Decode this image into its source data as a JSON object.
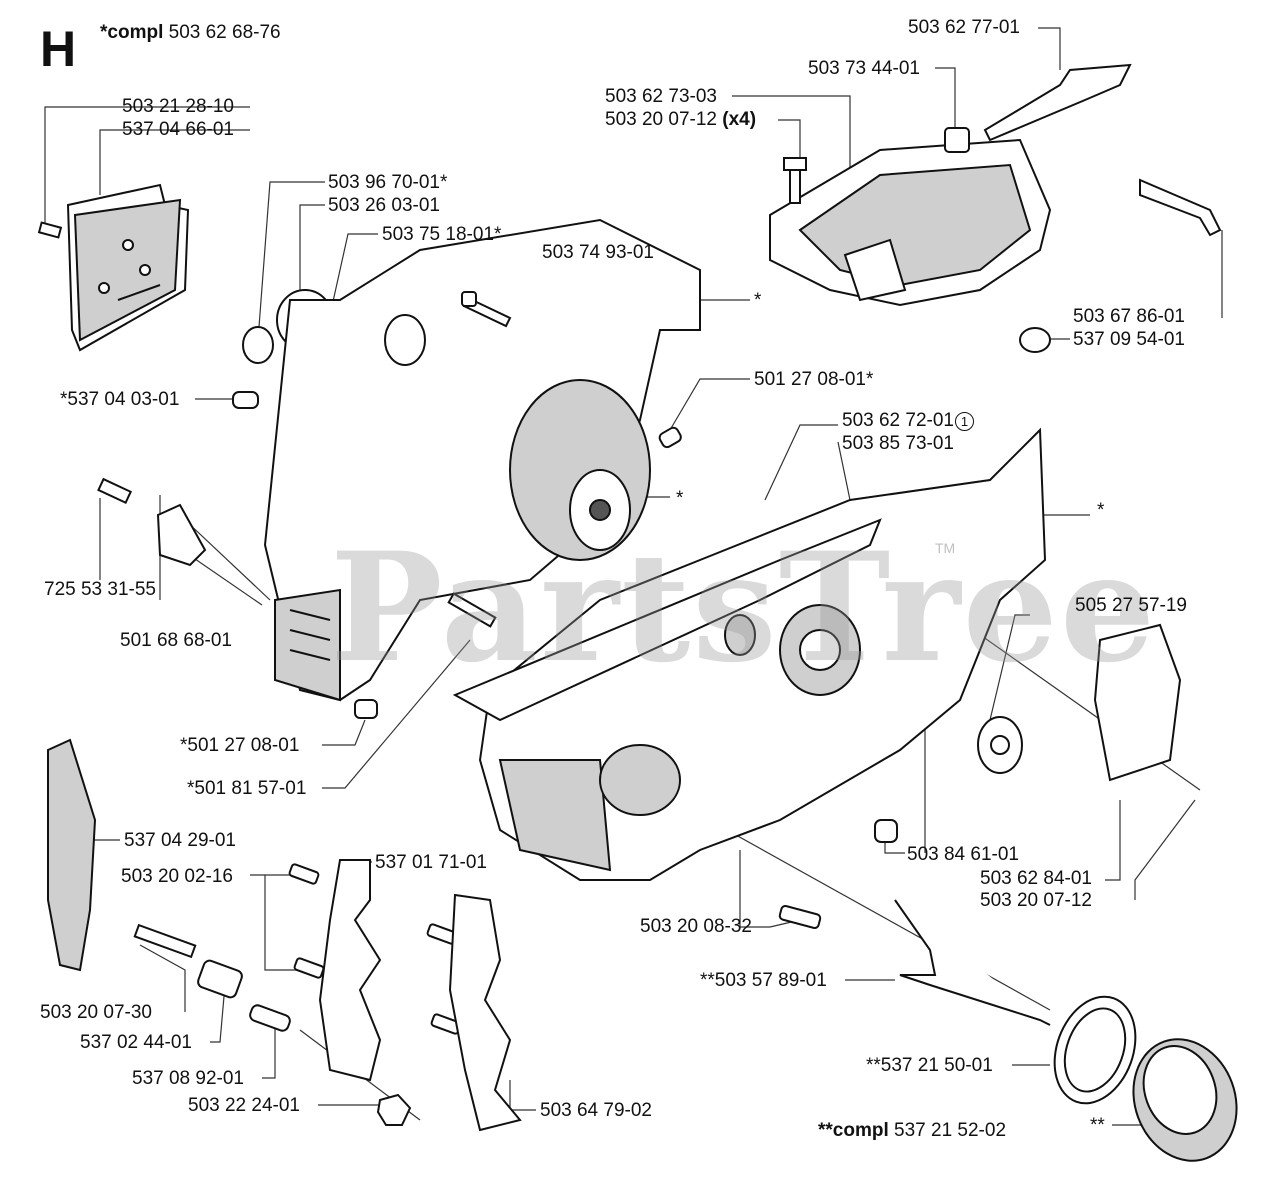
{
  "section_letter": "H",
  "header_compl": {
    "prefix": "*compl",
    "number": "503 62 68-76"
  },
  "watermark": {
    "text": "PartsTree",
    "tm": "TM"
  },
  "labels": {
    "l01": "503 21 28-10",
    "l02": "537 04 66-01",
    "l03": "503 96 70-01*",
    "l04": "503 26 03-01",
    "l05": "503 75 18-01*",
    "l06": "503 74 93-01",
    "l07": "503 62 77-01",
    "l08": "503 73 44-01",
    "l09": "503 62 73-03",
    "l10": "503 20 07-12",
    "l10b": "(x4)",
    "l11": "*537 04 03-01",
    "l12": "501 27 08-01*",
    "l13": "503 62 72-01",
    "l13c": "1",
    "l14": "503 85 73-01",
    "l15": "503 67 86-01",
    "l16": "537 09 54-01",
    "l17": "725 53 31-55",
    "l18": "501 68 68-01",
    "l19": "505 27 57-19",
    "l20": "*501 27 08-01",
    "l21": "*501 81 57-01",
    "l22": "537 04 29-01",
    "l23": "503 20 02-16",
    "l24": "537 01 71-01",
    "l25": "503 84 61-01",
    "l26": "503 62 84-01",
    "l27": "503 20 07-12",
    "l28": "503 20 08-32",
    "l29": "**503 57 89-01",
    "l30": "503 20 07-30",
    "l31": "537 02 44-01",
    "l32": "537 08 92-01",
    "l33": "503 22 24-01",
    "l34": "503 64 79-02",
    "l35": "**537 21 50-01",
    "l36": "**",
    "star1": "*",
    "star2": "*",
    "star3": "*"
  },
  "footer_compl": {
    "prefix": "**compl",
    "number": "537 21 52-02"
  }
}
